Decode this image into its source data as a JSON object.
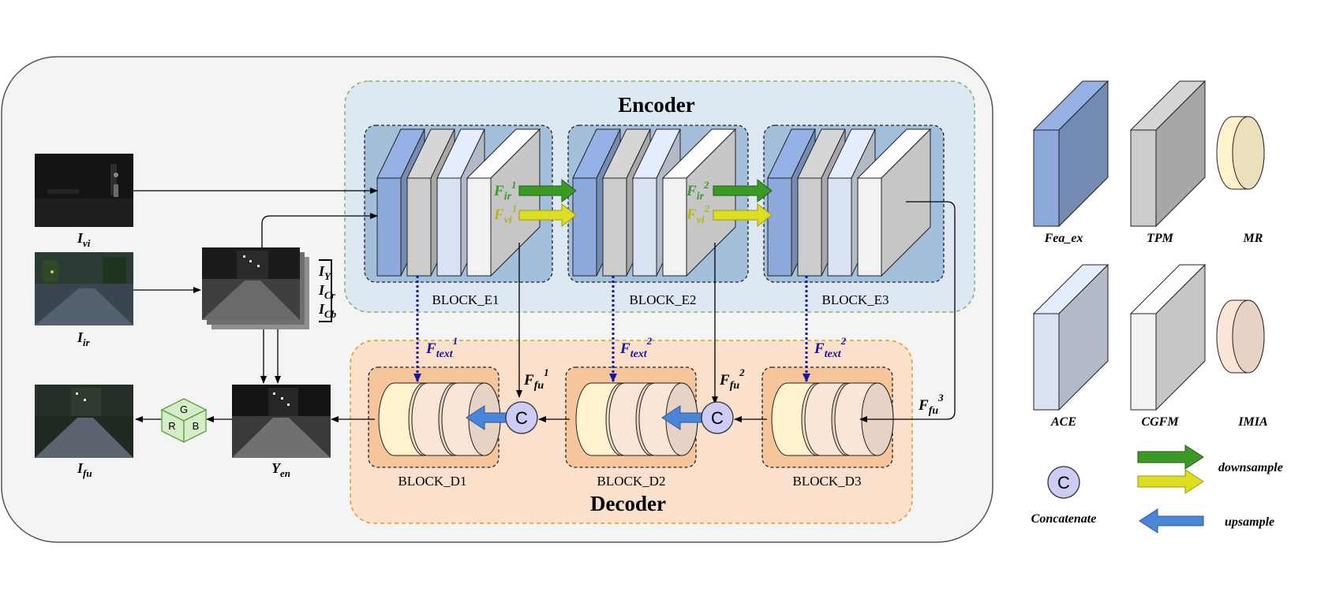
{
  "encoder": {
    "title": "Encoder",
    "blocks": [
      "BLOCK_E1",
      "BLOCK_E2",
      "BLOCK_E3"
    ],
    "flows": [
      {
        "ir": "F",
        "ir_sub": "ir",
        "ir_sup": "1",
        "vi": "F",
        "vi_sub": "vi",
        "vi_sup": "1"
      },
      {
        "ir": "F",
        "ir_sub": "ir",
        "ir_sup": "2",
        "vi": "F",
        "vi_sub": "vi",
        "vi_sup": "2"
      }
    ]
  },
  "decoder": {
    "title": "Decoder",
    "blocks": [
      "BLOCK_D1",
      "BLOCK_D2",
      "BLOCK_D3"
    ],
    "text_feats": [
      {
        "base": "F",
        "sub": "text",
        "sup": "1"
      },
      {
        "base": "F",
        "sub": "text",
        "sup": "2"
      },
      {
        "base": "F",
        "sub": "text",
        "sup": "2"
      }
    ],
    "fuse_feats": [
      {
        "base": "F",
        "sub": "fu",
        "sup": "1"
      },
      {
        "base": "F",
        "sub": "fu",
        "sup": "2"
      },
      {
        "base": "F",
        "sub": "fu",
        "sup": "3"
      }
    ],
    "concat_symbol": "C"
  },
  "inputs": {
    "vi": {
      "base": "I",
      "sub": "vi"
    },
    "ir": {
      "base": "I",
      "sub": "ir"
    },
    "fu": {
      "base": "I",
      "sub": "fu"
    },
    "yen": {
      "base": "Y",
      "sub": "en"
    },
    "channels": [
      {
        "base": "I",
        "sub": "Y"
      },
      {
        "base": "I",
        "sub": "Cr"
      },
      {
        "base": "I",
        "sub": "Cb"
      }
    ],
    "rgb_cube": [
      "G",
      "R",
      "B"
    ]
  },
  "legend": {
    "items": [
      "Fea_ex",
      "TPM",
      "MR",
      "ACE",
      "CGFM",
      "IMIA"
    ],
    "concat_label": "Concatenate",
    "concat_symbol": "C",
    "downsample_label": "downsample",
    "upsample_label": "upsample"
  },
  "colors": {
    "panel_bg": "#f4f4f4",
    "encoder_bg": "#dde8f3",
    "encoder_border": "#82b366",
    "block_e_bg": "#a3bfdc",
    "decoder_bg": "#fbe0cc",
    "decoder_border": "#d6a020",
    "block_d_bg": "#f7c59c",
    "fea_ex": "#8ea9db",
    "tpm": "#cccccc",
    "ace": "#dae3f3",
    "cgfm": "#f2f2f2",
    "mr": "#fff2cc",
    "imia": "#fbe5d6",
    "green_arrow": "#3a9a25",
    "yellow_arrow": "#dddd22",
    "blue_arrow": "#4a86d8",
    "concat_fill": "#ccccf5",
    "dotted_blue": "#1515a0"
  }
}
